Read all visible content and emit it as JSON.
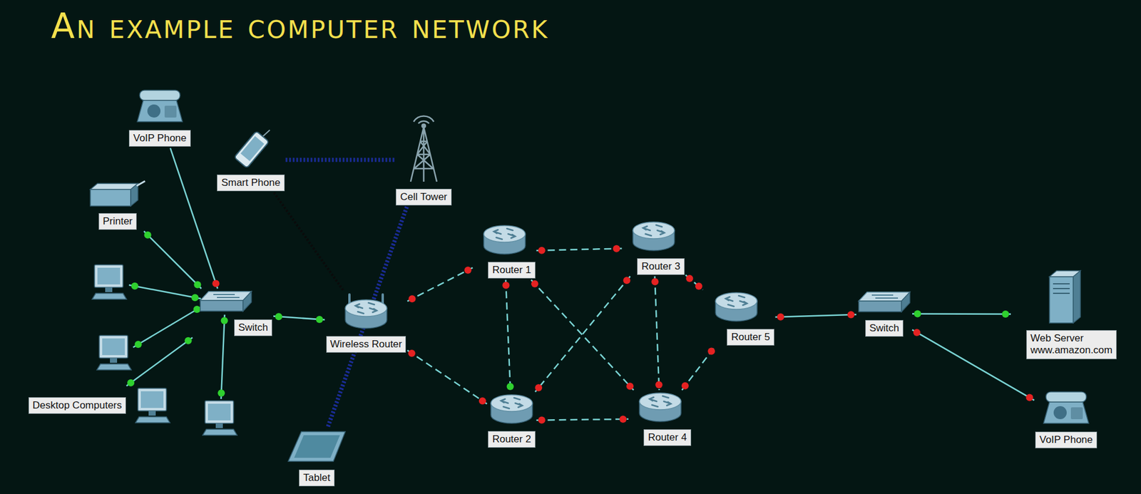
{
  "diagram": {
    "title": "An example computer network",
    "nodes": [
      {
        "text": [
          "VoIP Phone"
        ]
      },
      {
        "text": [
          "Smart Phone"
        ]
      },
      {
        "text": [
          "Cell Tower"
        ]
      },
      {
        "text": [
          "Printer"
        ]
      },
      {
        "text": [
          "Switch"
        ]
      },
      {
        "text": [
          "Wireless Router"
        ]
      },
      {
        "text": [
          "Router 1"
        ]
      },
      {
        "text": [
          "Router 3"
        ]
      },
      {
        "text": [
          "Router 5"
        ]
      },
      {
        "text": [
          "Switch"
        ]
      },
      {
        "text": [
          "Web Server",
          "www.amazon.com"
        ]
      },
      {
        "text": [
          "Desktop Computers"
        ]
      },
      {
        "text": [
          "Router 2"
        ]
      },
      {
        "text": [
          "Router 4"
        ]
      },
      {
        "text": [
          "Tablet"
        ]
      },
      {
        "text": [
          "VoIP Phone"
        ]
      }
    ],
    "edges": [
      {
        "from": 0,
        "to": 4,
        "arrow": "none"
      },
      {
        "from": 3,
        "to": 4,
        "arrow": "none"
      },
      {
        "from": 11,
        "to": 4,
        "arrow": "none"
      },
      {
        "from": 4,
        "to": 5,
        "arrow": "none"
      },
      {
        "from": 1,
        "to": 2,
        "arrow": "none"
      },
      {
        "from": 1,
        "to": 5,
        "arrow": "none"
      },
      {
        "from": 2,
        "to": 14,
        "arrow": "none"
      },
      {
        "from": 5,
        "to": 6,
        "arrow": "none"
      },
      {
        "from": 5,
        "to": 12,
        "arrow": "none"
      },
      {
        "from": 6,
        "to": 7,
        "arrow": "none"
      },
      {
        "from": 6,
        "to": 12,
        "arrow": "none"
      },
      {
        "from": 6,
        "to": 13,
        "arrow": "none"
      },
      {
        "from": 7,
        "to": 12,
        "arrow": "none"
      },
      {
        "from": 7,
        "to": 13,
        "arrow": "none"
      },
      {
        "from": 7,
        "to": 8,
        "arrow": "none"
      },
      {
        "from": 12,
        "to": 13,
        "arrow": "none"
      },
      {
        "from": 13,
        "to": 8,
        "arrow": "none"
      },
      {
        "from": 8,
        "to": 9,
        "arrow": "none"
      },
      {
        "from": 9,
        "to": 10,
        "arrow": "none"
      },
      {
        "from": 9,
        "to": 15,
        "arrow": "none"
      }
    ]
  }
}
